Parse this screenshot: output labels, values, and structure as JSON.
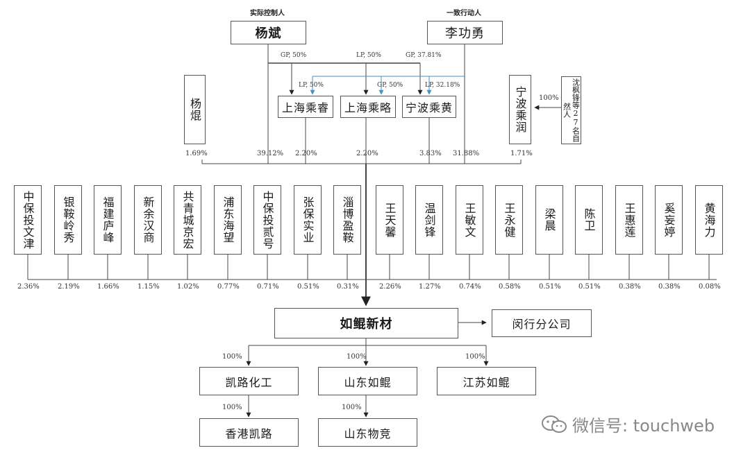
{
  "roles": {
    "controller": "实际控制人",
    "concert": "一致行动人"
  },
  "top": {
    "yang_bin": "杨斌",
    "li_gongyong": "李功勇"
  },
  "edge_labels": {
    "gp_rui": "GP, 50%",
    "lp_lue_top": "LP, 50%",
    "gp_huang": "GP, 37.81%",
    "lp_rui": "LP, 50%",
    "gp_lue": "GP, 50%",
    "lp_huang": "LP, 32.18%",
    "runzhi": "100%"
  },
  "middle": {
    "yang_kun": "杨焜",
    "rui": "上海乘睿",
    "lue": "上海乘略",
    "huang": "宁波乘黄",
    "run": "宁波乘润",
    "naturals": "沈枫锋等27名自然人"
  },
  "middle_pcts": [
    "1.69%",
    "39.12%",
    "2.20%",
    "2.20%",
    "3.83%",
    "31.88%",
    "1.71%"
  ],
  "shareholders": [
    {
      "name": "中保投文津",
      "pct": "2.36%"
    },
    {
      "name": "银鞍岭秀",
      "pct": "2.19%"
    },
    {
      "name": "福建庐峰",
      "pct": "1.66%"
    },
    {
      "name": "新余汉商",
      "pct": "1.15%"
    },
    {
      "name": "共青城京宏",
      "pct": "1.02%"
    },
    {
      "name": "浦东海望",
      "pct": "0.77%"
    },
    {
      "name": "中保投贰号",
      "pct": "0.71%"
    },
    {
      "name": "张保实业",
      "pct": "0.51%"
    },
    {
      "name": "淄博盈鞍",
      "pct": "0.31%"
    },
    {
      "name": "王天馨",
      "pct": "2.26%"
    },
    {
      "name": "温剑锋",
      "pct": "1.27%"
    },
    {
      "name": "王敏文",
      "pct": "0.74%"
    },
    {
      "name": "王永健",
      "pct": "0.58%"
    },
    {
      "name": "梁晨",
      "pct": "0.51%"
    },
    {
      "name": "陈卫",
      "pct": "0.51%"
    },
    {
      "name": "王惠莲",
      "pct": "0.38%"
    },
    {
      "name": "奚妄婷",
      "pct": "0.38%"
    },
    {
      "name": "黄海力",
      "pct": "0.08%"
    }
  ],
  "company": {
    "name": "如鲲新材",
    "branch": "闵行分公司"
  },
  "subs": {
    "kailu": "凯路化工",
    "shandong": "山东如鲲",
    "jiangsu": "江苏如鲲",
    "hk": "香港凯路",
    "wujing": "山东物竞",
    "p_kailu": "100%",
    "p_shandong": "100%",
    "p_jiangsu": "100%",
    "p_hk": "100%",
    "p_wujing": "100%"
  },
  "watermark": "微信号: touchweb",
  "colors": {
    "line": "#444444",
    "blue_line": "#4a8fbf"
  }
}
